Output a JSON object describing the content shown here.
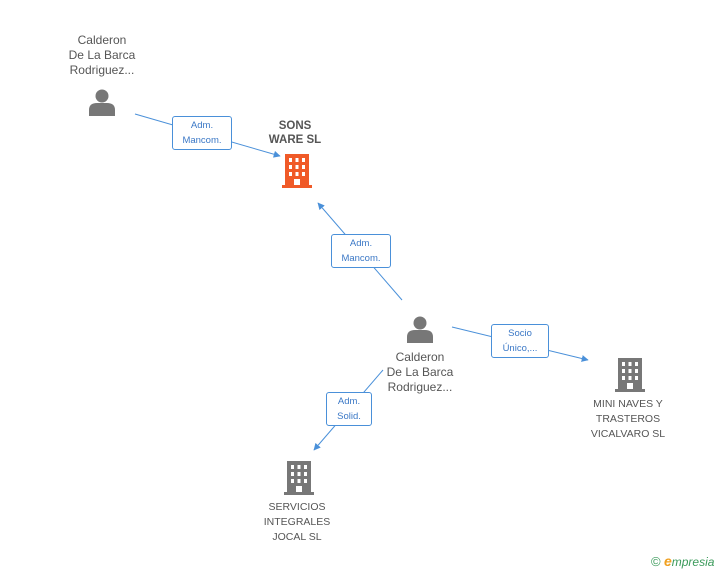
{
  "nodes": {
    "person_top": {
      "lines": [
        "Calderon",
        "De La Barca",
        "Rodriguez..."
      ],
      "icon": "person-icon",
      "color": "#777777"
    },
    "focus_company": {
      "lines": [
        "SONS",
        "WARE SL"
      ],
      "icon": "building-icon",
      "color": "#f05a28"
    },
    "person_center": {
      "lines": [
        "Calderon",
        "De La Barca",
        "Rodriguez..."
      ],
      "icon": "person-icon",
      "color": "#777777"
    },
    "company_mini": {
      "lines": [
        "MINI NAVES Y",
        "TRASTEROS",
        "VICALVARO  SL"
      ],
      "icon": "building-icon",
      "color": "#777777"
    },
    "company_servicios": {
      "lines": [
        "SERVICIOS",
        "INTEGRALES",
        "JOCAL SL"
      ],
      "icon": "building-icon",
      "color": "#777777"
    }
  },
  "edges": {
    "top_to_focus": {
      "lines": [
        "Adm.",
        "Mancom."
      ]
    },
    "center_to_focus": {
      "lines": [
        "Adm.",
        "Mancom."
      ]
    },
    "center_to_mini": {
      "lines": [
        "Socio",
        "Único,..."
      ]
    },
    "center_to_servicios": {
      "lines": [
        "Adm.",
        "Solid."
      ]
    }
  },
  "colors": {
    "edge": "#4a90d9",
    "edge_text": "#3b78c6"
  },
  "brand": {
    "copyright": "©",
    "e": "e",
    "rest": "mpresia"
  }
}
